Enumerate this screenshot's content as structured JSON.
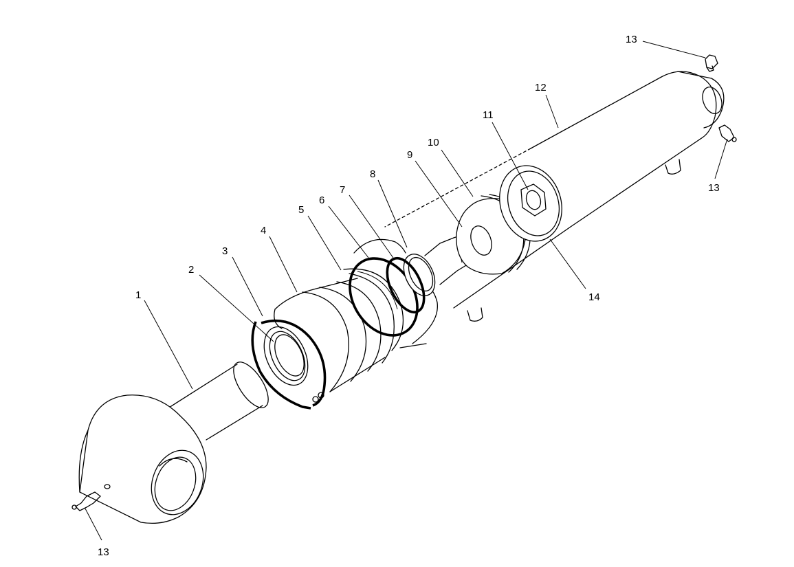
{
  "diagram": {
    "callouts": [
      {
        "id": "1",
        "label": "1"
      },
      {
        "id": "2",
        "label": "2"
      },
      {
        "id": "3",
        "label": "3"
      },
      {
        "id": "4",
        "label": "4"
      },
      {
        "id": "5",
        "label": "5"
      },
      {
        "id": "6",
        "label": "6"
      },
      {
        "id": "7",
        "label": "7"
      },
      {
        "id": "8",
        "label": "8"
      },
      {
        "id": "9",
        "label": "9"
      },
      {
        "id": "10",
        "label": "10"
      },
      {
        "id": "11",
        "label": "11"
      },
      {
        "id": "12",
        "label": "12"
      },
      {
        "id": "13a",
        "label": "13"
      },
      {
        "id": "13b",
        "label": "13"
      },
      {
        "id": "13c",
        "label": "13"
      },
      {
        "id": "14",
        "label": "14"
      }
    ]
  }
}
